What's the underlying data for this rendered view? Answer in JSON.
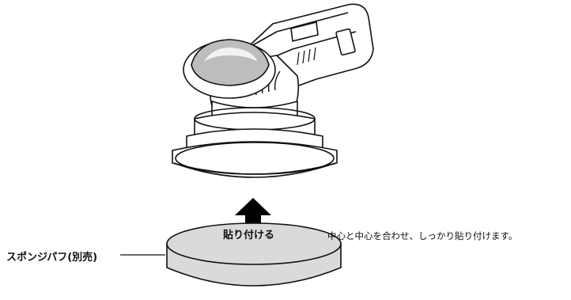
{
  "labels": {
    "sponge_puff": "スポンジパフ(別売)",
    "attach": "貼り付ける",
    "instruction": "中心と中心を合わせ、しっかり貼り付けます。"
  },
  "colors": {
    "line": "#111111",
    "sponge_fill": "#dadada",
    "tool_fill": "#ffffff",
    "arrow": "#000000"
  },
  "icons": {
    "polisher": "orbital-polisher-illustration",
    "arrow": "arrow-up-icon",
    "sponge": "sponge-pad-illustration"
  }
}
